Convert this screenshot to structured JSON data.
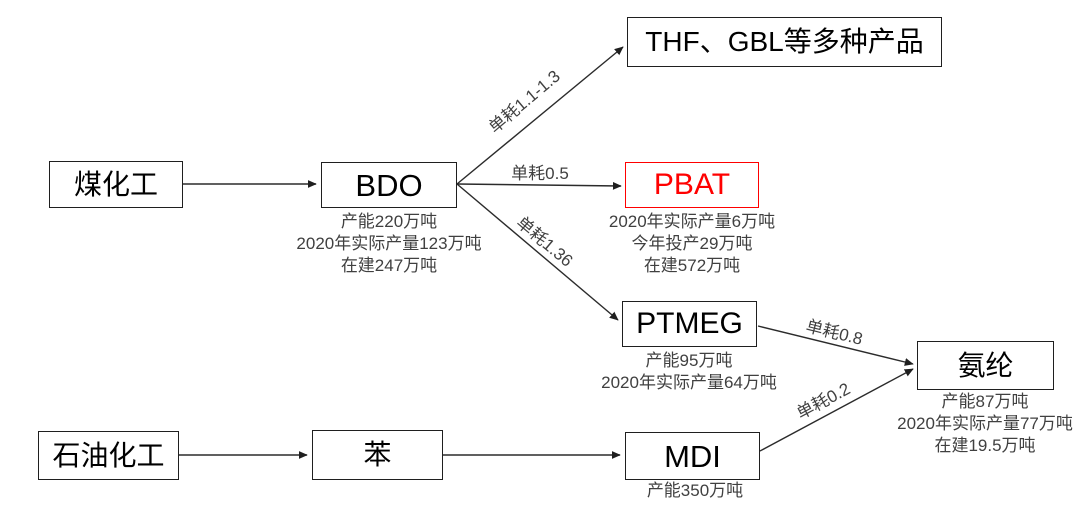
{
  "colors": {
    "background": "#ffffff",
    "box_border": "#1f1f1f",
    "box_text": "#000000",
    "highlight_red": "#ff0000",
    "note_text": "#404040",
    "arrow": "#2b2b2b"
  },
  "nodes": {
    "coal": {
      "label": "煤化工"
    },
    "bdo": {
      "label": "BDO",
      "note": [
        "产能220万吨",
        "2020年实际产量123万吨",
        "在建247万吨"
      ]
    },
    "thf": {
      "label": "THF、GBL等多种产品"
    },
    "pbat": {
      "label": "PBAT",
      "note": [
        "2020年实际产量6万吨",
        "今年投产29万吨",
        "在建572万吨"
      ]
    },
    "ptmeg": {
      "label": "PTMEG",
      "note": [
        "产能95万吨",
        "2020年实际产量64万吨"
      ]
    },
    "spandex": {
      "label": "氨纶",
      "note": [
        "产能87万吨",
        "2020年实际产量77万吨",
        "在建19.5万吨"
      ]
    },
    "petro": {
      "label": "石油化工"
    },
    "benzene": {
      "label": "苯"
    },
    "mdi": {
      "label": "MDI",
      "note": [
        "产能350万吨"
      ]
    }
  },
  "edges": {
    "bdo_thf": {
      "label": "单耗1.1-1.3"
    },
    "bdo_pbat": {
      "label": "单耗0.5"
    },
    "bdo_ptmeg": {
      "label": "单耗1.36"
    },
    "ptmeg_spandex": {
      "label": "单耗0.8"
    },
    "mdi_spandex": {
      "label": "单耗0.2"
    }
  }
}
